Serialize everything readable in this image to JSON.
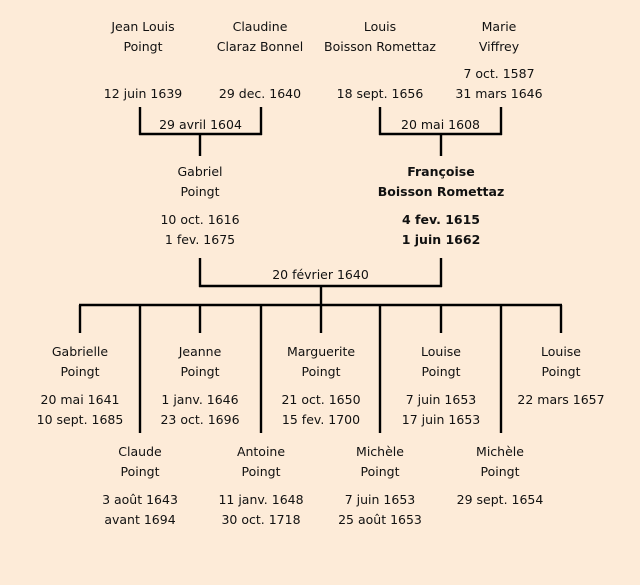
{
  "title": "Famille Poingt — arbre généalogique",
  "grandparents": [
    {
      "first": "Jean Louis",
      "last": "Poingt",
      "birth": "",
      "death": "12 juin 1639"
    },
    {
      "first": "Claudine",
      "last": "Claraz Bonnel",
      "birth": "",
      "death": "29 dec. 1640"
    },
    {
      "first": "Louis",
      "last": "Boisson Romettaz",
      "birth": "",
      "death": "18 sept. 1656"
    },
    {
      "first": "Marie",
      "last": "Viffrey",
      "birth": "7 oct. 1587",
      "death": "31 mars 1646"
    }
  ],
  "marriages": {
    "paternal": "29 avril 1604",
    "maternal": "20 mai 1608",
    "parents": "20 février 1640"
  },
  "parents": [
    {
      "first": "Gabriel",
      "last": "Poingt",
      "birth": "10 oct. 1616",
      "death": "1 fev. 1675",
      "highlight": false
    },
    {
      "first": "Françoise",
      "last": "Boisson Romettaz",
      "birth": "4 fev. 1615",
      "death": "1 juin 1662",
      "highlight": true
    }
  ],
  "children_row1": [
    {
      "first": "Gabrielle",
      "last": "Poingt",
      "birth": "20 mai 1641",
      "death": "10 sept. 1685"
    },
    {
      "first": "Jeanne",
      "last": "Poingt",
      "birth": "1 janv. 1646",
      "death": "23 oct. 1696"
    },
    {
      "first": "Marguerite",
      "last": "Poingt",
      "birth": "21 oct. 1650",
      "death": "15 fev. 1700"
    },
    {
      "first": "Louise",
      "last": "Poingt",
      "birth": "7 juin 1653",
      "death": "17 juin 1653"
    },
    {
      "first": "Louise",
      "last": "Poingt",
      "birth": "22 mars 1657",
      "death": ""
    }
  ],
  "children_row2": [
    {
      "first": "Claude",
      "last": "Poingt",
      "birth": "3 août 1643",
      "death": "avant 1694"
    },
    {
      "first": "Antoine",
      "last": "Poingt",
      "birth": "11 janv. 1648",
      "death": "30 oct. 1718"
    },
    {
      "first": "Michèle",
      "last": "Poingt",
      "birth": "7 juin 1653",
      "death": "25 août 1653"
    },
    {
      "first": "Michèle",
      "last": "Poingt",
      "birth": "29 sept. 1654",
      "death": ""
    }
  ],
  "colors": {
    "background": "#fdebd8",
    "line": "#000000",
    "text": "#111111"
  }
}
